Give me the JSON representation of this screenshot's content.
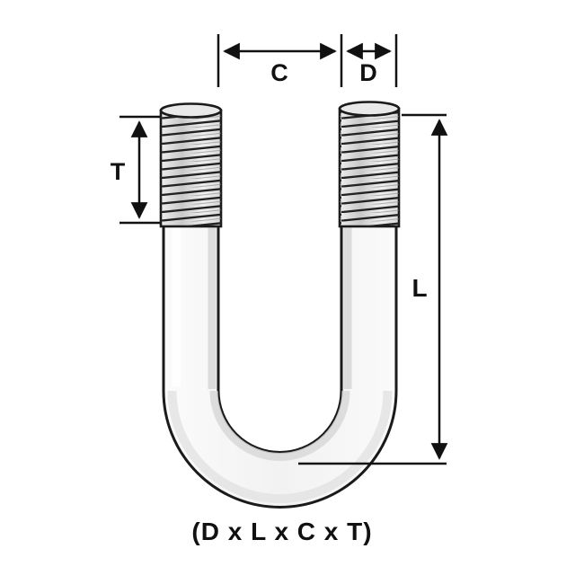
{
  "diagram": {
    "labels": {
      "c": "C",
      "d": "D",
      "t": "T",
      "l": "L"
    },
    "caption": "(D x L x C x T)",
    "colors": {
      "line": "#111111",
      "outline": "#1a1a1a",
      "metal_light": "#f7f7f7",
      "metal_shadow": "#d8d8d8",
      "thread_dark": "#222222",
      "background": "#ffffff"
    }
  }
}
